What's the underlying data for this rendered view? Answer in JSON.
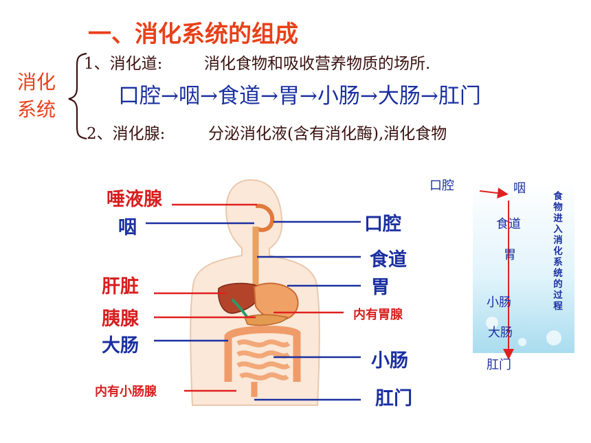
{
  "title": "一、消化系统的组成",
  "side_label": [
    "消化",
    "系统"
  ],
  "items": {
    "tract": {
      "label": "1、消化道:",
      "desc": "消化食物和吸收营养物质的场所.",
      "path": "口腔→咽→食道→胃→小肠→大肠→肛门"
    },
    "gland": {
      "label": "2、消化腺:",
      "desc": "分泌消化液(含有消化酶),消化食物"
    }
  },
  "diagram": {
    "left_labels": [
      {
        "text": "唾液腺",
        "color": "#d81e1e"
      },
      {
        "text": "咽",
        "color": "#1a2fa0"
      },
      {
        "text": "肝脏",
        "color": "#d81e1e"
      },
      {
        "text": "胰腺",
        "color": "#d81e1e"
      },
      {
        "text": "大肠",
        "color": "#1a2fa0"
      },
      {
        "text": "内有小肠腺",
        "color": "#d81e1e"
      }
    ],
    "right_labels": [
      {
        "text": "口腔",
        "color": "#1a2fa0"
      },
      {
        "text": "食道",
        "color": "#1a2fa0"
      },
      {
        "text": "胃",
        "color": "#1a2fa0"
      },
      {
        "text": "内有胃腺",
        "color": "#d81e1e"
      },
      {
        "text": "小肠",
        "color": "#1a2fa0"
      },
      {
        "text": "肛门",
        "color": "#1a2fa0"
      }
    ]
  },
  "flow": {
    "nodes": [
      "口腔",
      "咽",
      "食道",
      "胃",
      "小肠",
      "大肠",
      "肛门"
    ],
    "vertical_caption": [
      "食",
      "物",
      "进",
      "入",
      "消",
      "化",
      "系",
      "统",
      "的",
      "过",
      "程"
    ]
  }
}
